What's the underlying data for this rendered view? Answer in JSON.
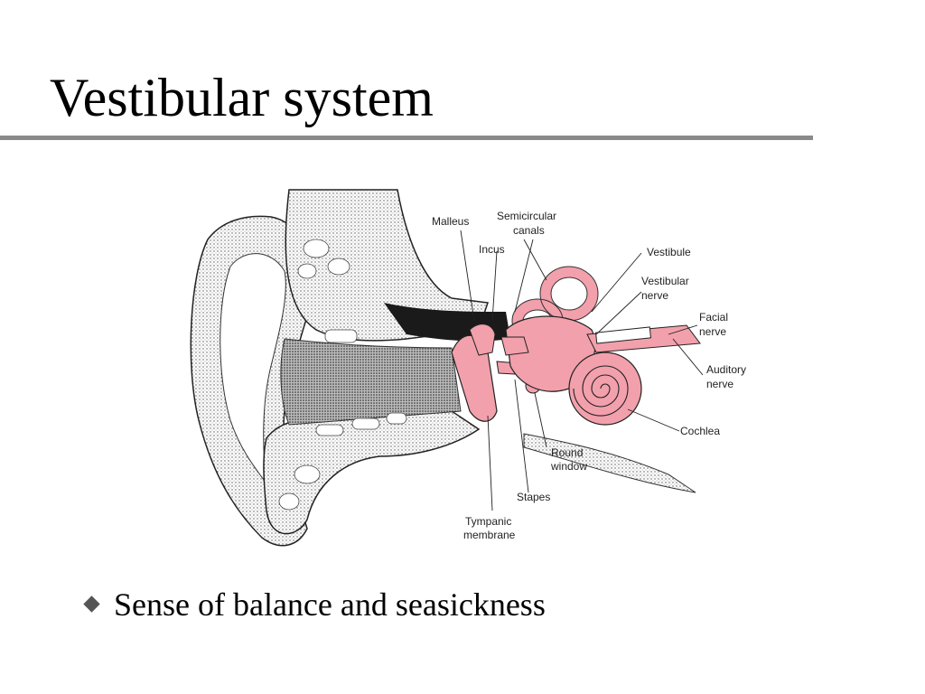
{
  "slide": {
    "title": "Vestibular system",
    "rule_color": "#8a8a8a",
    "bullets": [
      {
        "icon": "diamond-bullet-icon",
        "text": "Sense of balance and seasickness"
      }
    ]
  },
  "diagram": {
    "inner_ear_color": "#f2a0ac",
    "labels": {
      "malleus": "Malleus",
      "semicircular_1": "Semicircular",
      "semicircular_2": "canals",
      "incus": "Incus",
      "vestibule": "Vestibule",
      "vestibular_nerve_1": "Vestibular",
      "vestibular_nerve_2": "nerve",
      "facial_nerve_1": "Facial",
      "facial_nerve_2": "nerve",
      "auditory_nerve_1": "Auditory",
      "auditory_nerve_2": "nerve",
      "cochlea": "Cochlea",
      "round_window_1": "Round",
      "round_window_2": "window",
      "stapes": "Stapes",
      "tympanic_1": "Tympanic",
      "tympanic_2": "membrane"
    }
  }
}
